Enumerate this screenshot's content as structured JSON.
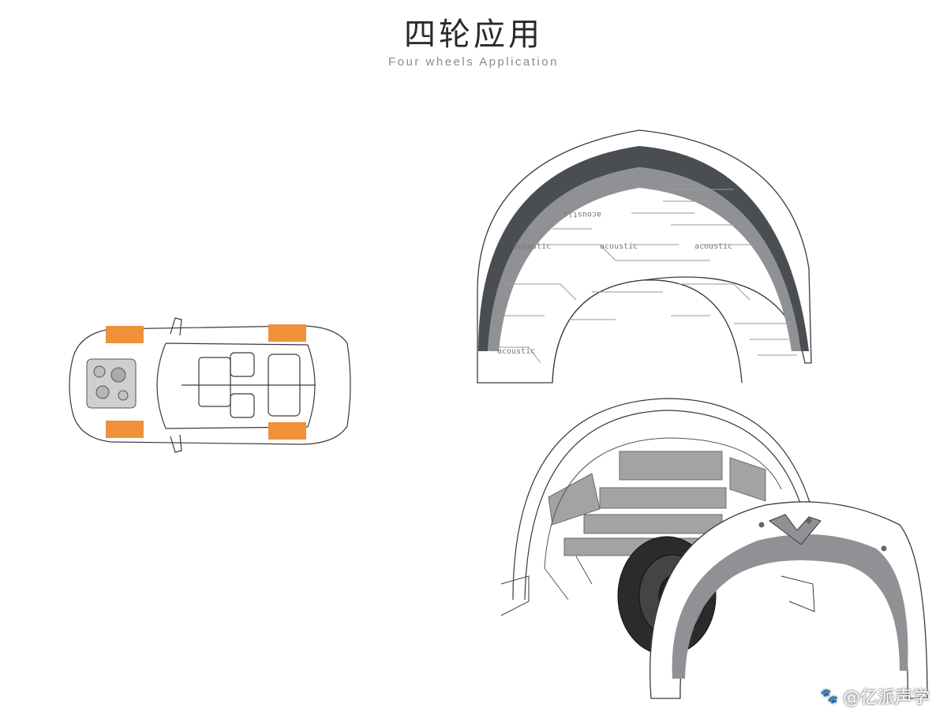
{
  "header": {
    "title_cn": "四轮应用",
    "title_en": "Four wheels Application"
  },
  "liner": {
    "labels": [
      "acoustic",
      "acoustic",
      "acoustic",
      "acoustic",
      "acoustic"
    ]
  },
  "watermark": {
    "icon": "paw-icon",
    "text": "@亿派声学"
  },
  "colors": {
    "highlight": "#f0913a",
    "liner_dark": "#4a4d52",
    "liner_mid": "#8f9194",
    "panel_grey": "#a3a3a3",
    "outline": "#3a3a3a"
  }
}
